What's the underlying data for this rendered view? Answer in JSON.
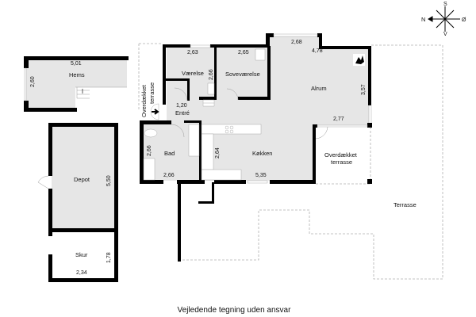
{
  "caption": "Vejledende tegning uden ansvar",
  "compass": {
    "north": "N",
    "top": "S",
    "right": "Ø",
    "bottom": "V"
  },
  "colors": {
    "floor": "#e6e6e6",
    "wall": "#000000",
    "terrace_line": "#b0b0b0",
    "background": "#ffffff"
  },
  "rooms": {
    "hems": {
      "label": "Hems",
      "width": "5,01",
      "depth": "2,60"
    },
    "vaerelse": {
      "label": "Værelse",
      "width": "2,63",
      "depth": "2,66"
    },
    "sovevaerelse": {
      "label": "Soveværelse",
      "width": "2,65"
    },
    "alrum": {
      "label": "Alrum",
      "width_top": "2,68",
      "width": "4,78",
      "depth": "3,57",
      "width_bottom": "2,77"
    },
    "entre": {
      "label": "Entré",
      "width": "1,20"
    },
    "bad": {
      "label": "Bad",
      "width": "2,66",
      "depth": "2,66"
    },
    "kokken": {
      "label": "Køkken",
      "width": "5,35",
      "depth": "2,64"
    },
    "depot": {
      "label": "Depot",
      "depth": "5,50"
    },
    "skur": {
      "label": "Skur",
      "width": "2,34",
      "depth": "1,78"
    },
    "overdaekket_terrasse_left": {
      "line1": "Overdækket",
      "line2": "terrasse"
    },
    "overdaekket_terrasse_right": {
      "line1": "Overdækket",
      "line2": "terrasse"
    },
    "terrasse": {
      "label": "Terrasse"
    }
  }
}
